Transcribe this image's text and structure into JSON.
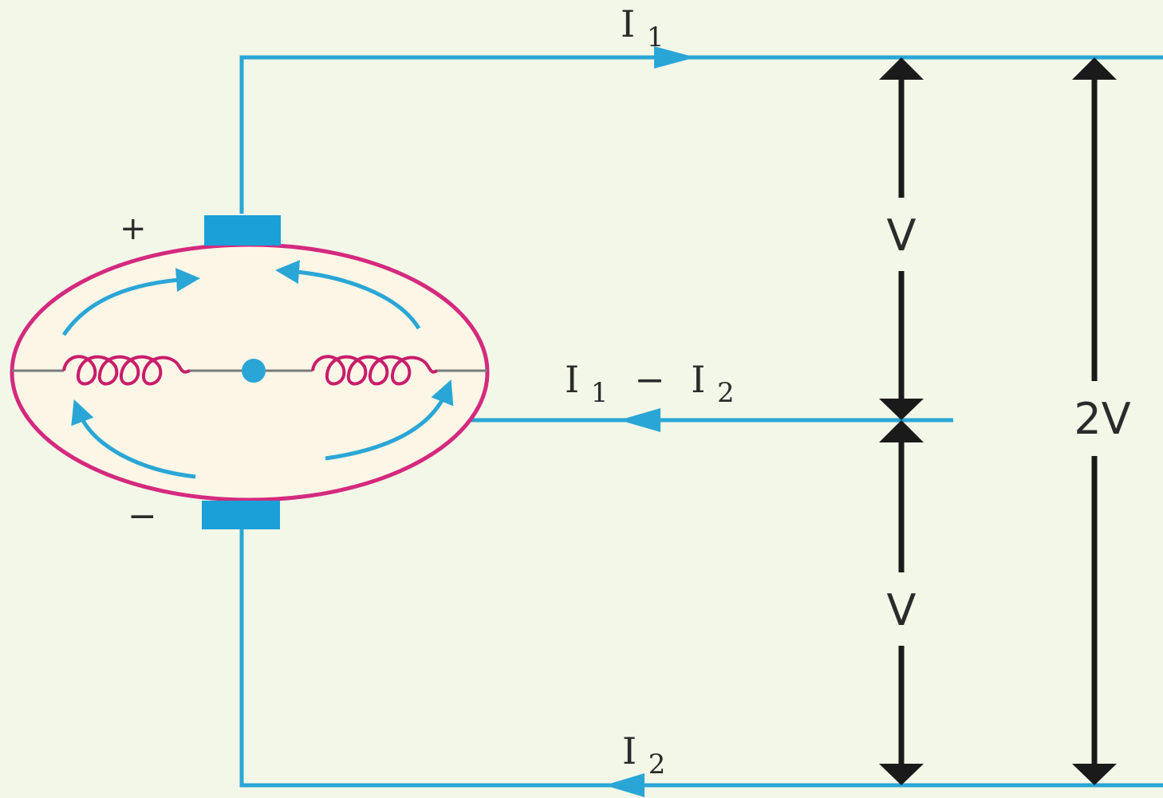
{
  "diagram": {
    "labels": {
      "top_current": "I",
      "top_current_sub": "1",
      "middle_current_a": "I",
      "middle_current_a_sub": "1",
      "middle_current_minus": "−",
      "middle_current_b": "I",
      "middle_current_b_sub": "2",
      "bottom_current": "I",
      "bottom_current_sub": "2",
      "upper_voltage": "V",
      "lower_voltage": "V",
      "total_voltage": "2V",
      "positive_terminal": "+",
      "negative_terminal": "−"
    },
    "colors": {
      "background": "#f3f7e8",
      "wire": "#2aa6d6",
      "brush": "#1ba0d8",
      "armature_outline": "#d42a7e",
      "armature_fill": "#fbf6e6",
      "coil": "#c81d6b",
      "dimension_arrow": "#1a1a1a",
      "text": "#2b2b2b"
    }
  }
}
